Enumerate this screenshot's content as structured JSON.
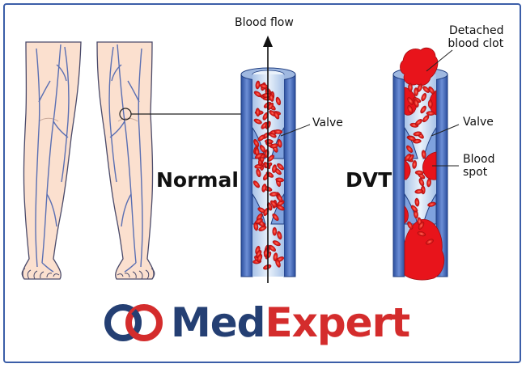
{
  "labels": {
    "blood_flow": "Blood flow",
    "normal": "Normal",
    "dvt": "DVT",
    "valve_normal": "Valve",
    "valve_dvt": "Valve",
    "detached_line1": "Detached",
    "detached_line2": "blood clot",
    "spot_line1": "Blood",
    "spot_line2": "spot"
  },
  "logo": {
    "part1": "Med",
    "part2": "Expert",
    "color_primary": "#243f73",
    "color_accent": "#d42c2c"
  },
  "colors": {
    "border": "#3b5ea8",
    "skin": "#fbe0cf",
    "vein": "#5a6fb3",
    "vessel_wall": "#3e63b8",
    "vessel_inner": "#c9dcf2",
    "blood_cell": "#e02020",
    "clot": "#e8141b"
  }
}
